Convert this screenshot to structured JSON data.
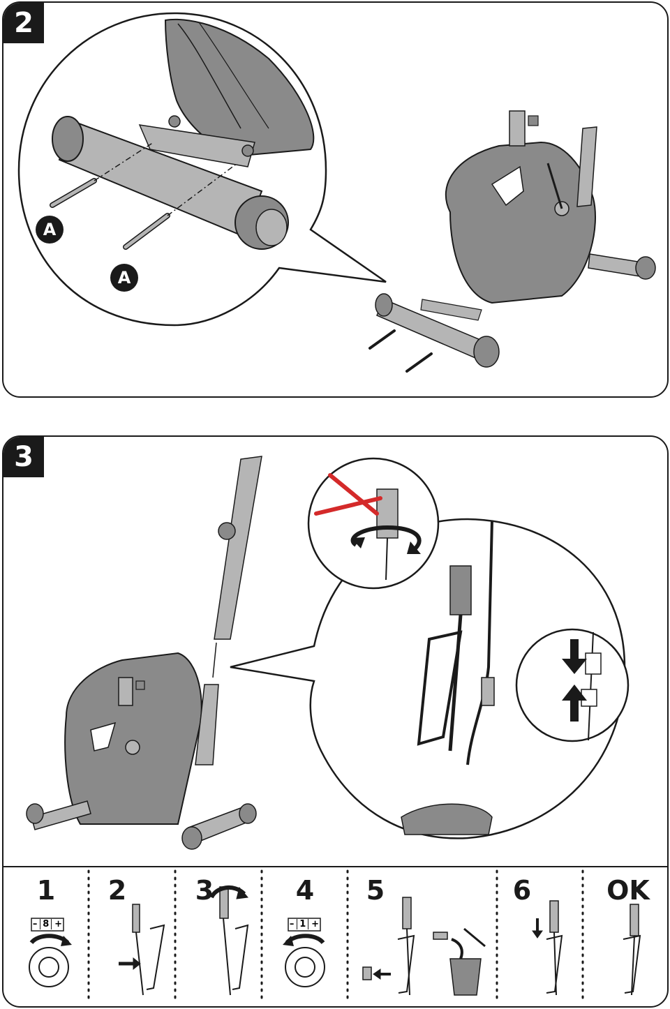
{
  "step2": {
    "number": "2",
    "part_label_1": "A",
    "part_label_2": "A"
  },
  "step3": {
    "number": "3",
    "substeps": [
      {
        "label": "1",
        "dial_minus": "–",
        "dial_value": "8",
        "dial_plus": "+"
      },
      {
        "label": "2"
      },
      {
        "label": "3"
      },
      {
        "label": "4",
        "dial_minus": "–",
        "dial_value": "1",
        "dial_plus": "+"
      },
      {
        "label": "5"
      },
      {
        "label": "6"
      },
      {
        "label": "OK"
      }
    ]
  },
  "colors": {
    "frame": "#1a1a1a",
    "part_fill": "#8a8a8a",
    "part_light": "#b5b5b5",
    "forbidden_mark": "#d42a2a"
  }
}
